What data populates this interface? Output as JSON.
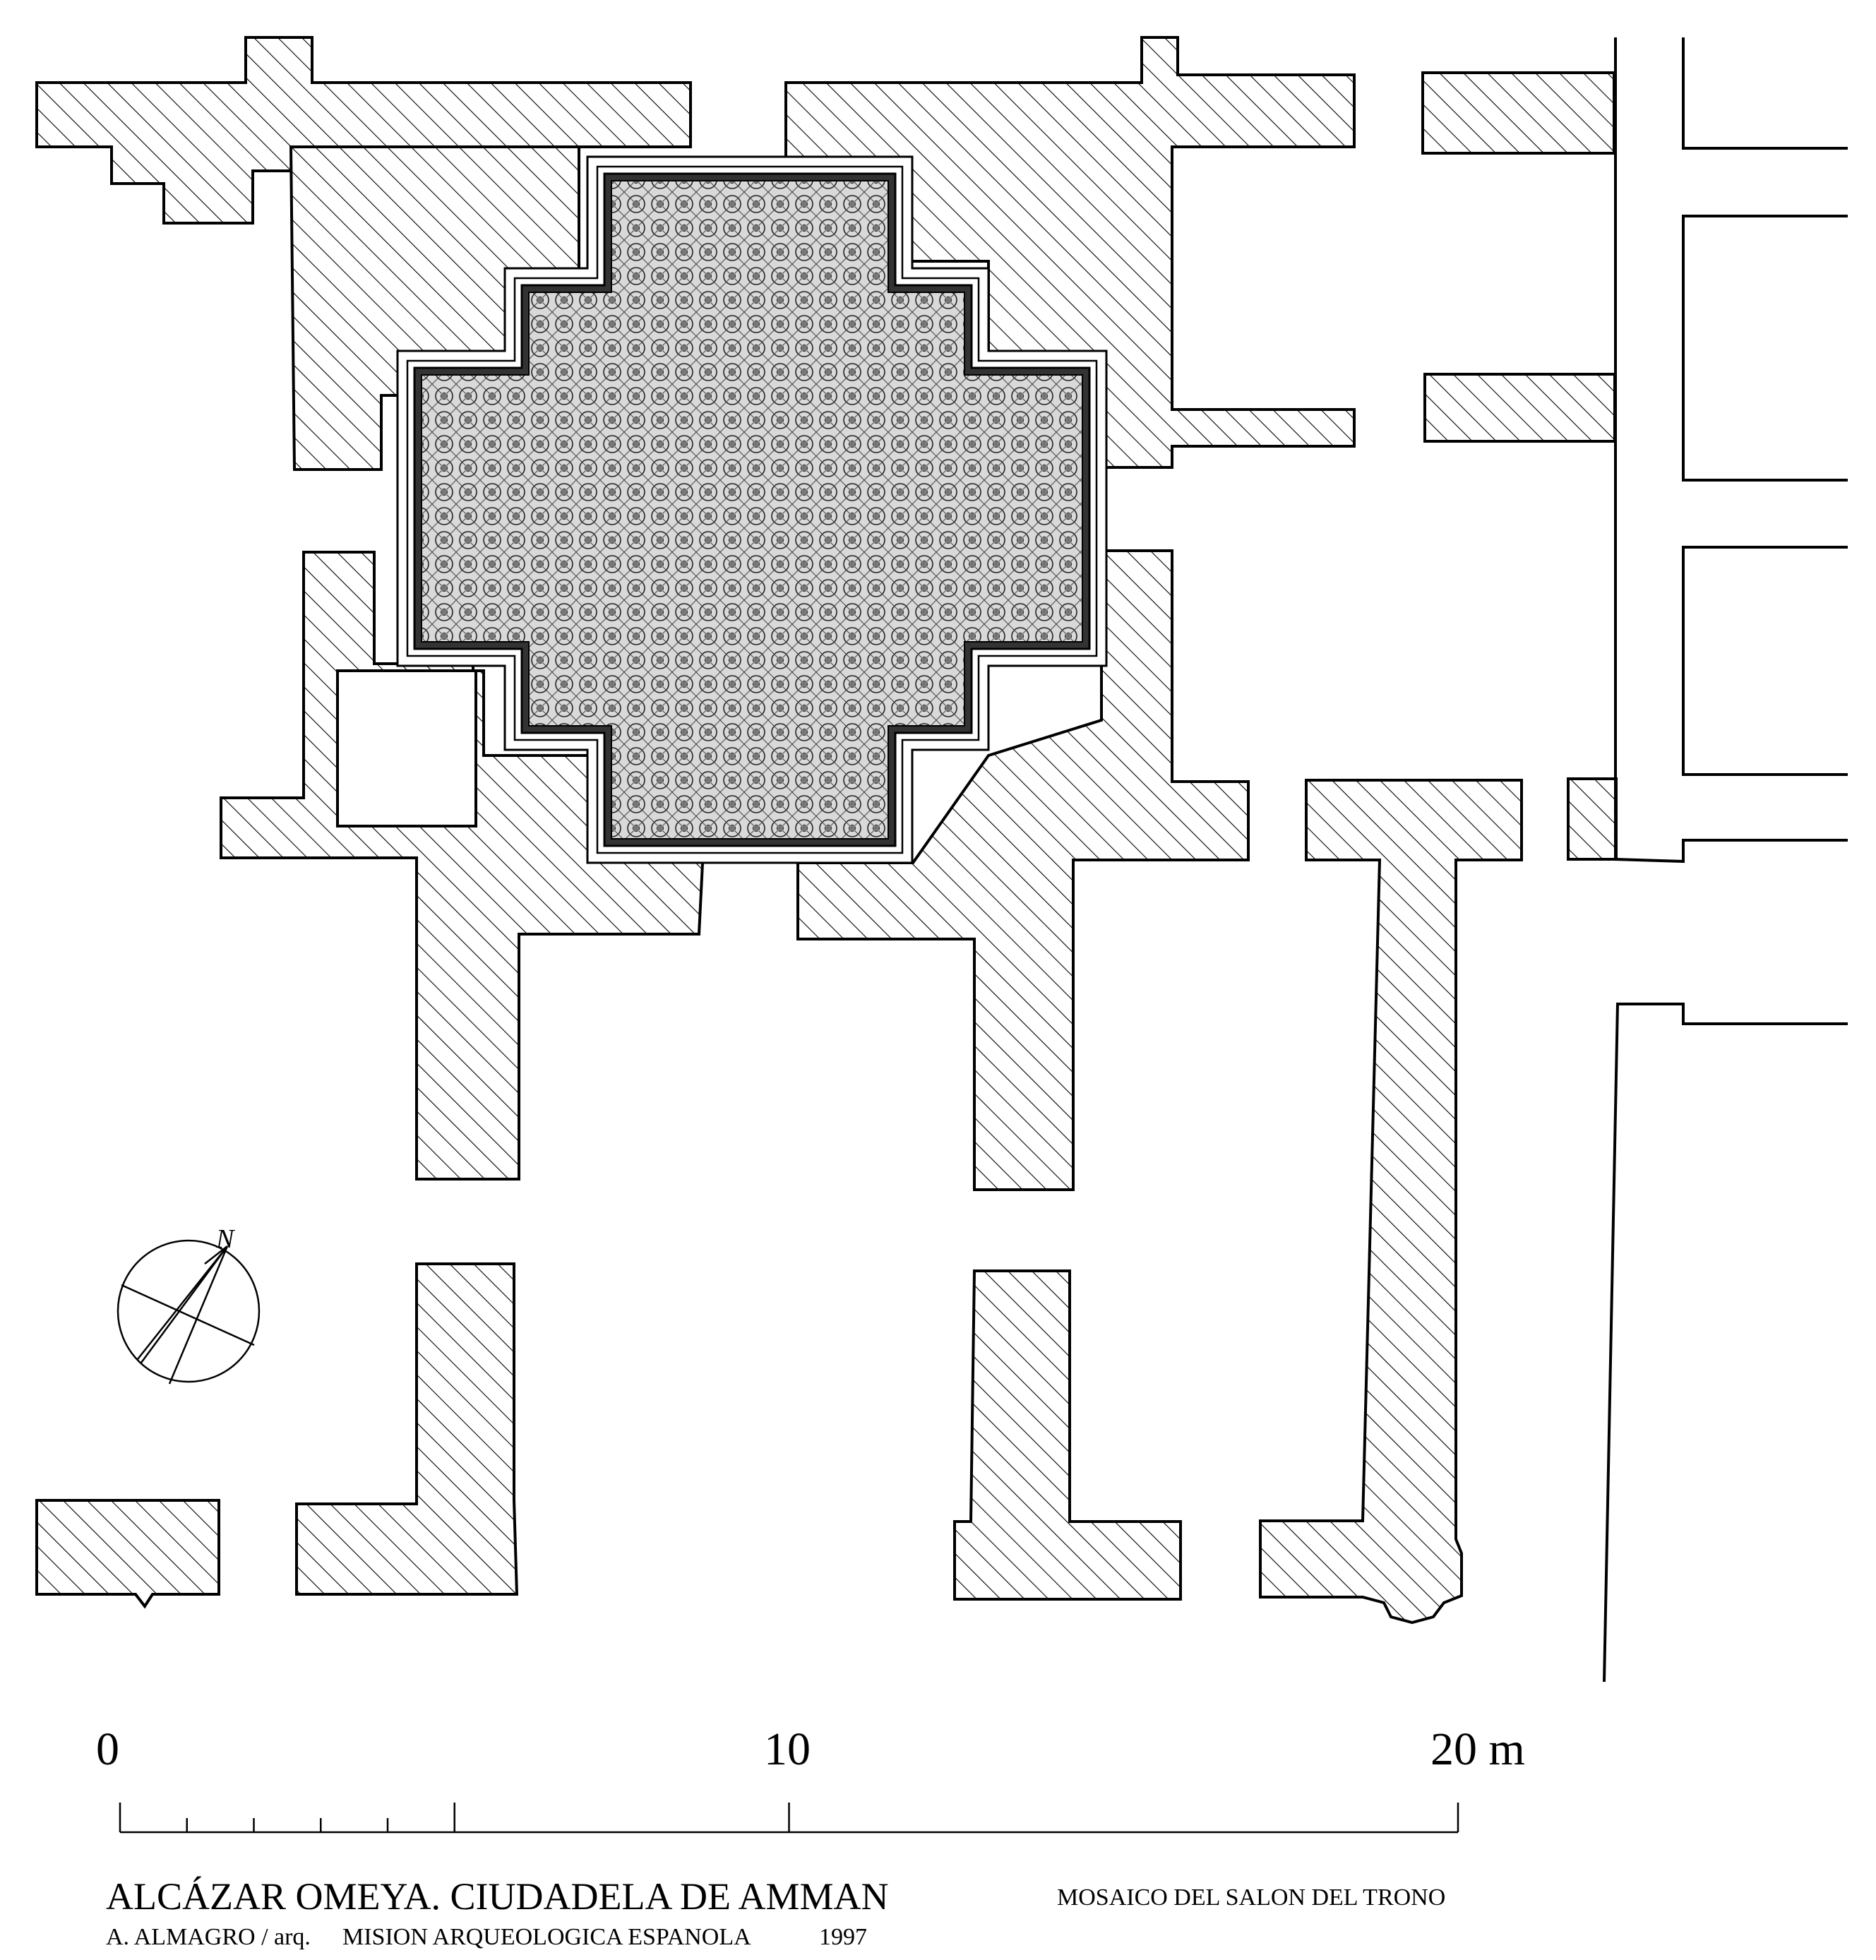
{
  "scale": {
    "labels": [
      "0",
      "10",
      "20 m"
    ],
    "max_value": 20,
    "minor_ticks": [
      1,
      2,
      3,
      4,
      5
    ]
  },
  "title": {
    "main": "ALCÁZAR OMEYA. CIUDADELA DE AMMAN",
    "author": "A. ALMAGRO / arq.",
    "mission": "MISION ARQUEOLOGICA ESPANOLA",
    "year": "1997"
  },
  "caption": "MOSAICO DEL SALON DEL TRONO",
  "north_arrow": {
    "label": "N"
  }
}
